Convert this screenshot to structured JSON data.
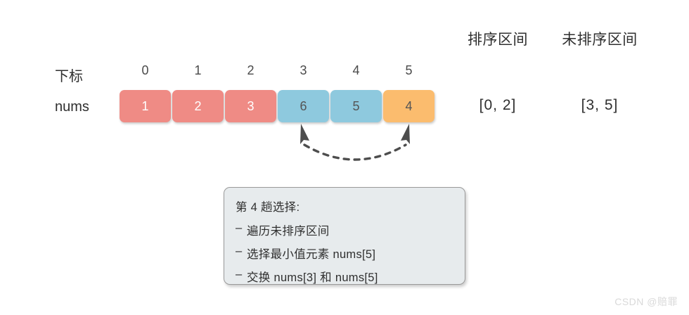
{
  "diagram": {
    "row_labels": {
      "index": "下标",
      "nums": "nums"
    },
    "indices": [
      "0",
      "1",
      "2",
      "3",
      "4",
      "5"
    ],
    "cells": [
      {
        "value": "1",
        "state": "sorted"
      },
      {
        "value": "2",
        "state": "sorted"
      },
      {
        "value": "3",
        "state": "sorted"
      },
      {
        "value": "6",
        "state": "unsorted"
      },
      {
        "value": "5",
        "state": "unsorted"
      },
      {
        "value": "4",
        "state": "min"
      }
    ],
    "regions": {
      "sorted_header": "排序区间",
      "unsorted_header": "未排序区间",
      "sorted_range": "[0, 2]",
      "unsorted_range": "[3, 5]"
    },
    "colors": {
      "sorted": "#ef8b85",
      "unsorted": "#8ec9de",
      "min": "#fbbc6e",
      "arrow": "#4d4d4d",
      "info_bg": "#e7ebed",
      "info_border": "#9a9a9a"
    },
    "swap_annotation": {
      "from_index": "3",
      "to_index": "5",
      "style": "dashed-double-arrow"
    }
  },
  "info_box": {
    "title": "第 4 趟选择:",
    "bullet_marker": "–",
    "items": [
      "遍历未排序区间",
      "选择最小值元素 nums[5]",
      "交换 nums[3] 和 nums[5]"
    ]
  },
  "watermark": {
    "text": "CSDN @赔罪"
  }
}
